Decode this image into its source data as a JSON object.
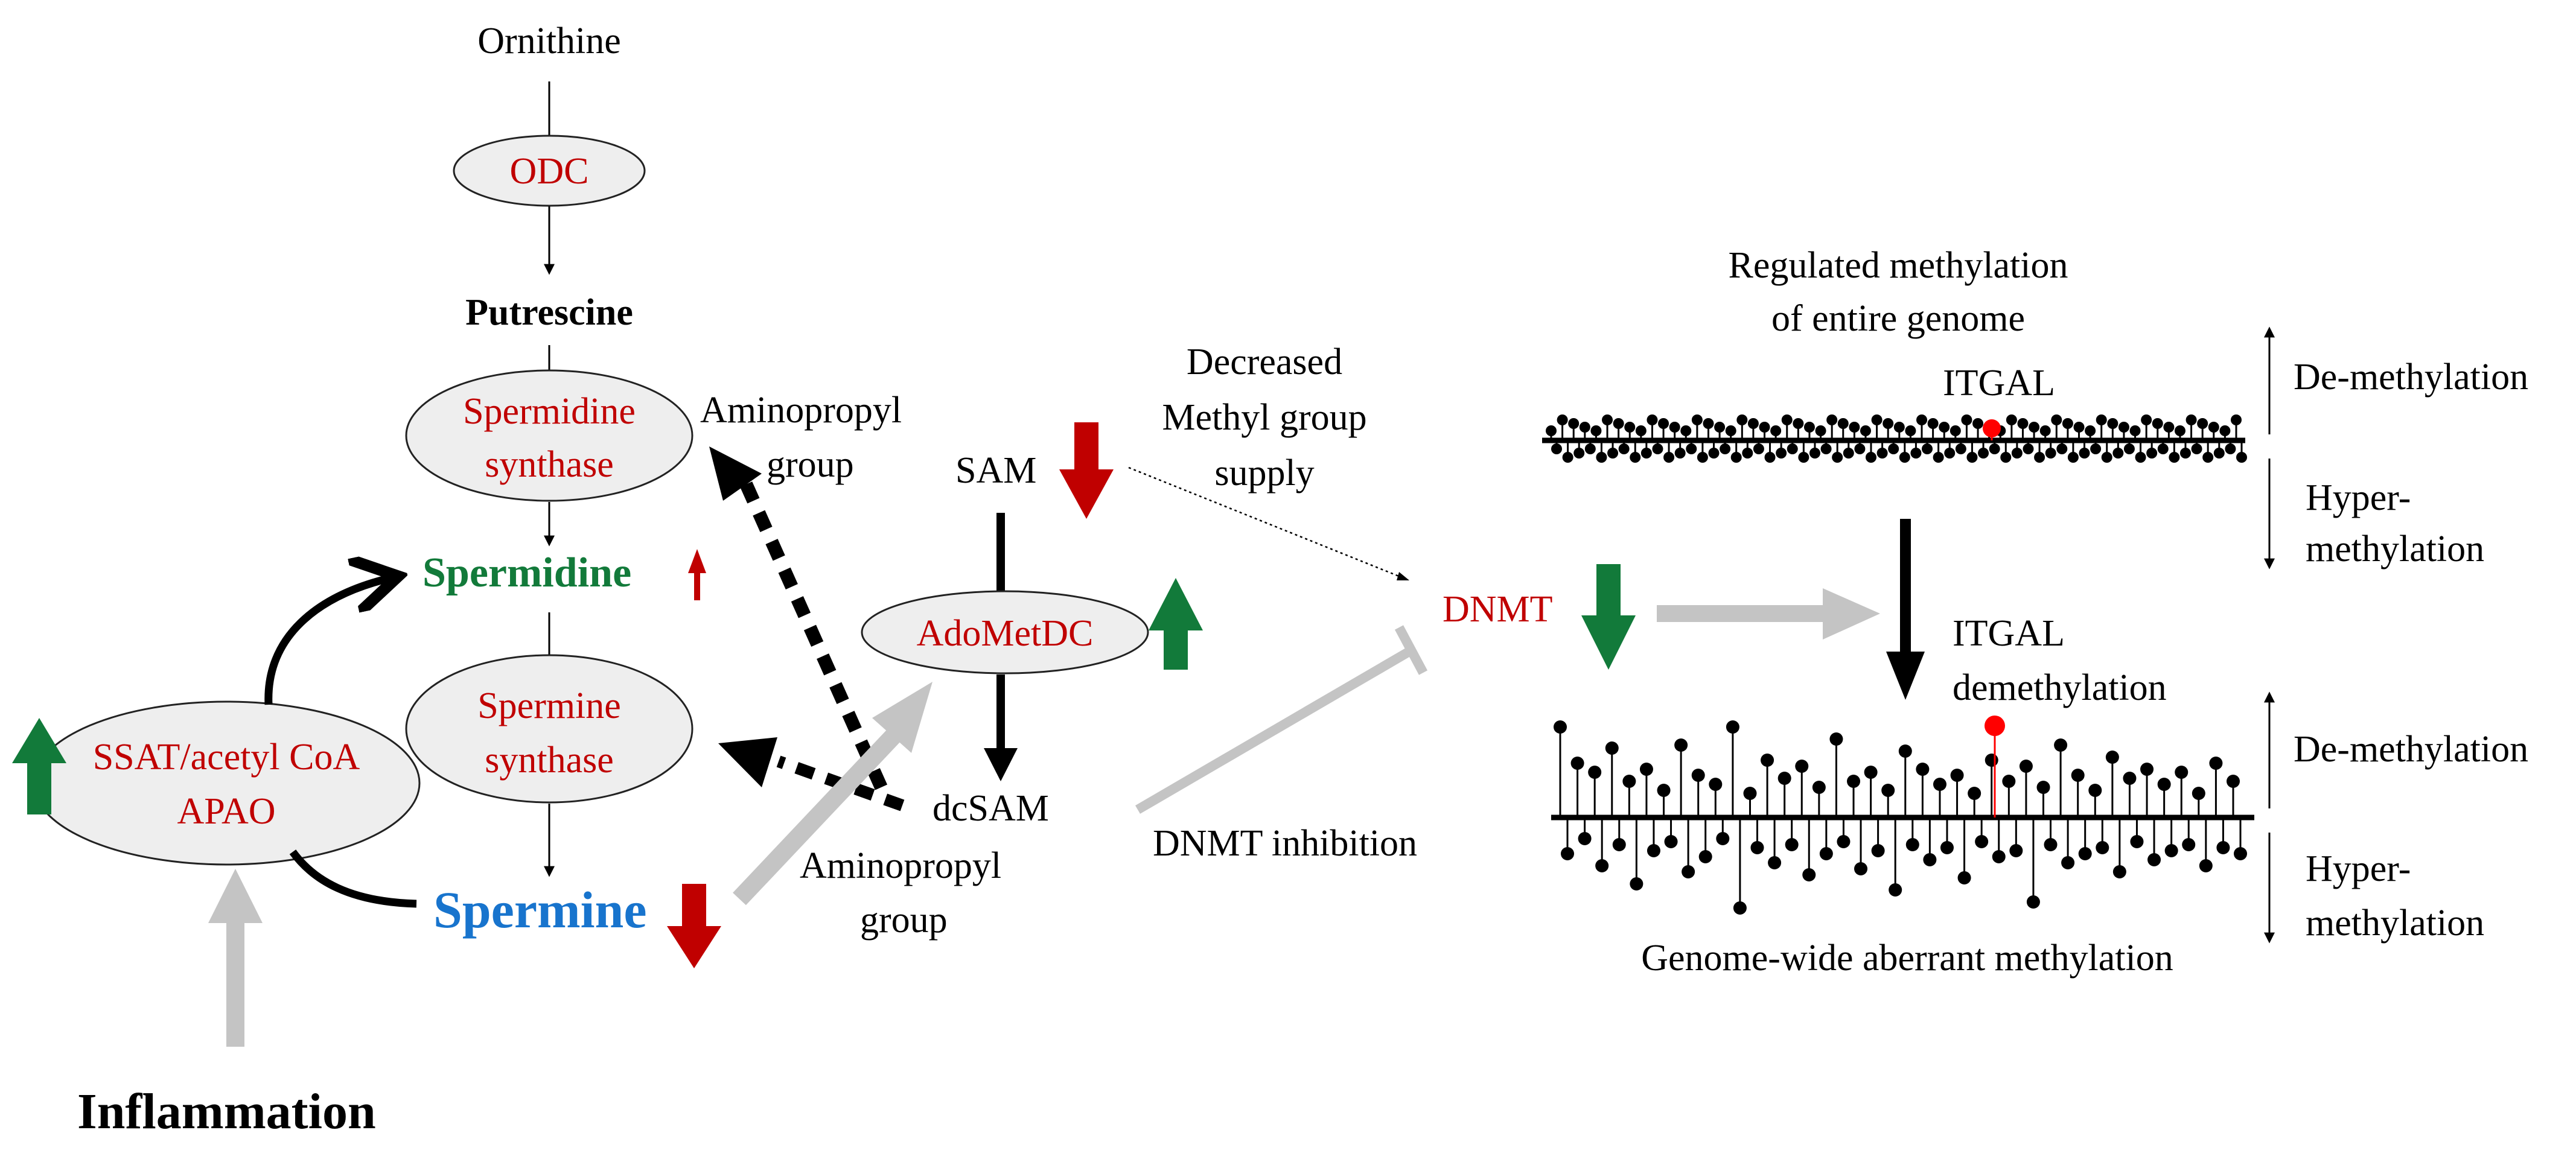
{
  "colors": {
    "red": "#c00000",
    "green": "#127a3a",
    "blue": "#1874cd",
    "gray": "#c4c4c4",
    "ellipse_fill": "#eeeeee"
  },
  "pathway": {
    "ornithine": "Ornithine",
    "odc": "ODC",
    "putrescine": "Putrescine",
    "spermidine_synthase_1": "Spermidine",
    "spermidine_synthase_2": "synthase",
    "spermidine": "Spermidine",
    "spermine_synthase_1": "Spermine",
    "spermine_synthase_2": "synthase",
    "spermine": "Spermine",
    "ssat_1": "SSAT/acetyl CoA",
    "ssat_2": "APAO",
    "inflammation": "Inflammation",
    "aminopropyl_top_1": "Aminopropyl",
    "aminopropyl_top_2": "group",
    "aminopropyl_bottom_1": "Aminopropyl",
    "aminopropyl_bottom_2": "group"
  },
  "methyl": {
    "sam": "SAM",
    "adometdc": "AdoMetDC",
    "dcsam": "dcSAM",
    "decreased_1": "Decreased",
    "decreased_2": "Methyl group",
    "decreased_3": "supply",
    "dnmt": "DNMT",
    "dnmt_inhibition": "DNMT inhibition"
  },
  "genome": {
    "regulated_1": "Regulated methylation",
    "regulated_2": "of entire genome",
    "itgal_top": "ITGAL",
    "itgal_demeth_1": "ITGAL",
    "itgal_demeth_2": "demethylation",
    "aberrant": "Genome-wide aberrant methylation",
    "demeth_top": "De-methylation",
    "hyper_top_1": "Hyper-",
    "hyper_top_2": "methylation",
    "demeth_bottom": "De-methylation",
    "hyper_bottom_1": "Hyper-",
    "hyper_bottom_2": "methylation"
  }
}
